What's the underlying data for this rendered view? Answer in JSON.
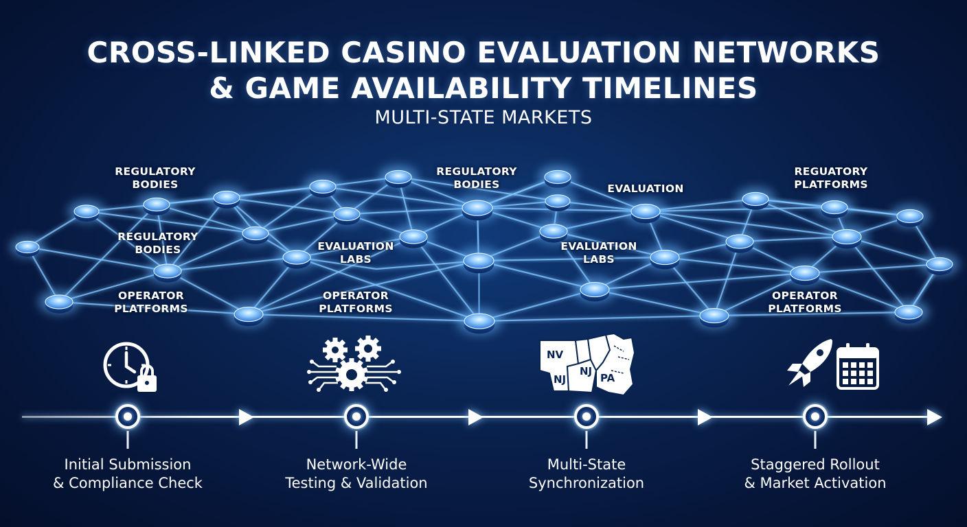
{
  "header": {
    "title_line1": "CROSS-LINKED CASINO EVALUATION NETWORKS",
    "title_line2": "& GAME AVAILABILITY TIMELINES",
    "subtitle": "MULTI-STATE MARKETS"
  },
  "network": {
    "labels": [
      {
        "line1": "REGULATORY",
        "line2": "BODIES"
      },
      {
        "line1": "REGULATORY",
        "line2": "BODIES"
      },
      {
        "line1": "REGULATORY",
        "line2": "BODIES"
      },
      {
        "line1": "EVALUATION",
        "line2": ""
      },
      {
        "line1": "REGUATORY",
        "line2": "PLATFORMS"
      },
      {
        "line1": "EVALUATION",
        "line2": "LABS"
      },
      {
        "line1": "EVALUATION",
        "line2": "LABS"
      },
      {
        "line1": "OPERATOR",
        "line2": "PLATFORMS"
      },
      {
        "line1": "OPERATOR",
        "line2": "PLATFORMS"
      },
      {
        "line1": "OPERATOR",
        "line2": "PLATFORMS"
      }
    ]
  },
  "map_icon": {
    "states": [
      "NV",
      "NJ",
      "NJ",
      "PA"
    ]
  },
  "timeline": {
    "stages": [
      {
        "line1": "Initial Submission",
        "line2": "& Compliance Check",
        "icon": "clock-lock-icon"
      },
      {
        "line1": "Network-Wide",
        "line2": "Testing & Validation",
        "icon": "gears-circuit-icon"
      },
      {
        "line1": "Multi-State",
        "line2": "Synchronization",
        "icon": "us-states-map-icon"
      },
      {
        "line1": "Staggered Rollout",
        "line2": "& Market Activation",
        "icon": "rocket-calendar-icon"
      }
    ]
  },
  "colors": {
    "background": "#0a2452",
    "node": "#3f8cf0",
    "node_glow": "#bfe6ff",
    "link": "#7fc4ff",
    "text": "#ffffff"
  }
}
